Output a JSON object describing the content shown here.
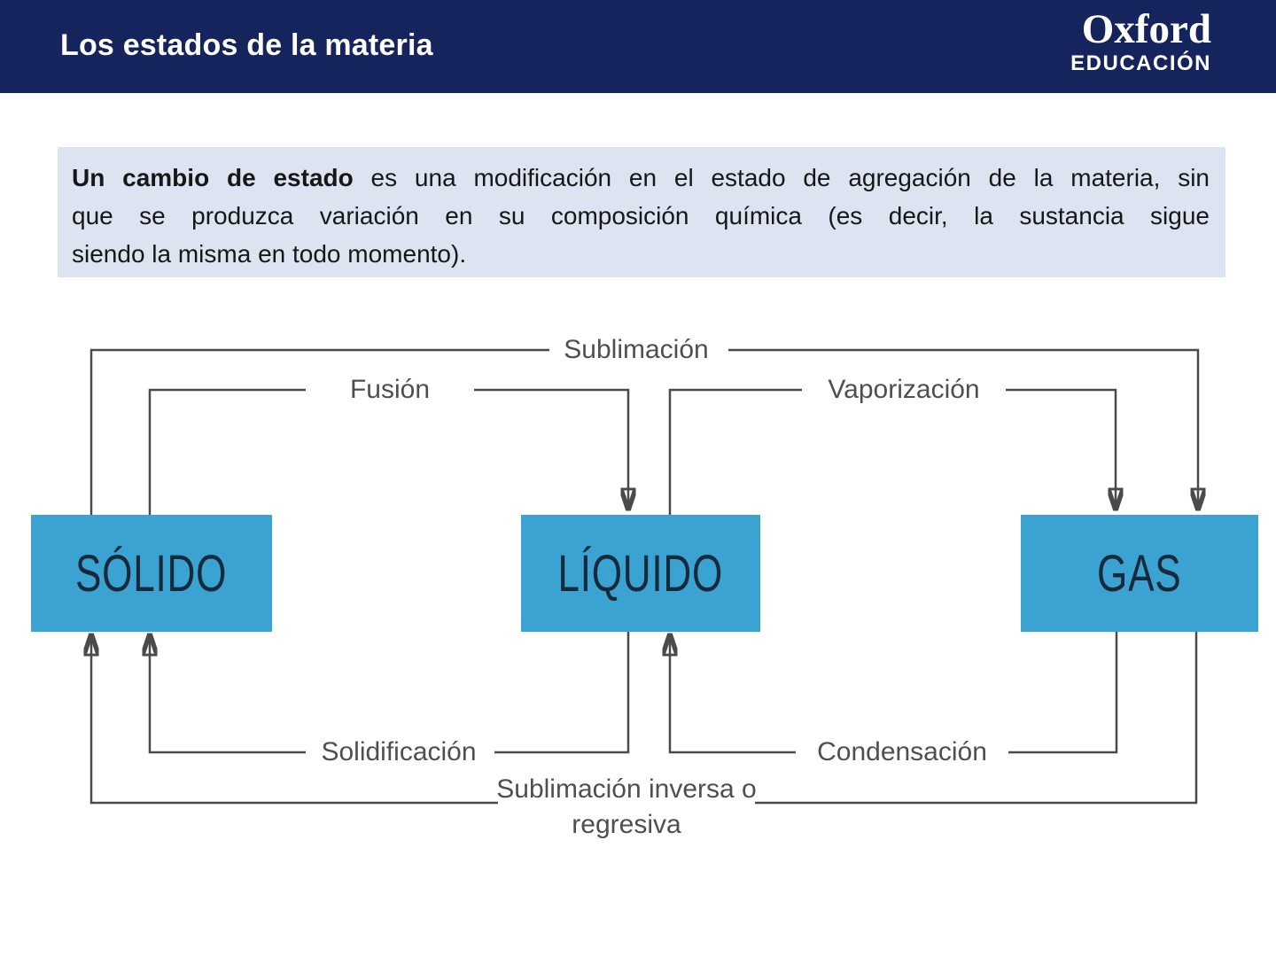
{
  "header": {
    "title": "Los estados de la materia",
    "logo": {
      "name": "Oxford",
      "sub": "EDUCACIÓN"
    },
    "bg_color": "#15245c"
  },
  "intro": {
    "lead": "Un cambio de estado",
    "line1_rest": " es una modificación en el estado de agregación de la materia, sin",
    "line2": "que se produzca variación en su composición química (es decir, la sustancia sigue",
    "line3": "siendo la misma en todo momento).",
    "bg_color": "#dbe4f0"
  },
  "diagram": {
    "states": [
      {
        "id": "solido",
        "label": "SÓLIDO"
      },
      {
        "id": "liquido",
        "label": "LÍQUIDO"
      },
      {
        "id": "gas",
        "label": "GAS"
      }
    ],
    "transitions": [
      {
        "label": "Sublimación",
        "from": "SÓLIDO",
        "to": "GAS"
      },
      {
        "label": "Fusión",
        "from": "SÓLIDO",
        "to": "LÍQUIDO"
      },
      {
        "label": "Vaporización",
        "from": "LÍQUIDO",
        "to": "GAS"
      },
      {
        "label": "Solidificación",
        "from": "LÍQUIDO",
        "to": "SÓLIDO"
      },
      {
        "label": "Condensación",
        "from": "GAS",
        "to": "LÍQUIDO"
      },
      {
        "label": "Sublimación inversa o regresiva",
        "from": "GAS",
        "to": "SÓLIDO"
      }
    ],
    "colors": {
      "box": "#3ba3d2",
      "box_text": "#17293a",
      "line": "#4a4a4a",
      "label_text": "#4f4f4f"
    }
  }
}
